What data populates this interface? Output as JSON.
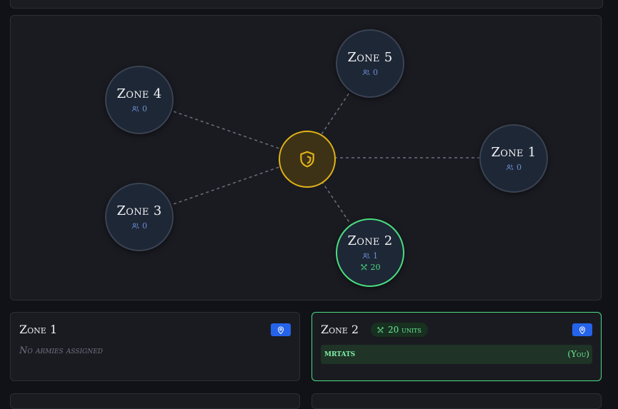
{
  "map": {
    "hq_icon": "shield-icon",
    "zones": [
      {
        "id": "zone-1",
        "name": "Zone 1",
        "armies": "0",
        "units": null,
        "active": false
      },
      {
        "id": "zone-2",
        "name": "Zone 2",
        "armies": "1",
        "units": "20",
        "active": true
      },
      {
        "id": "zone-3",
        "name": "Zone 3",
        "armies": "0",
        "units": null,
        "active": false
      },
      {
        "id": "zone-4",
        "name": "Zone 4",
        "armies": "0",
        "units": null,
        "active": false
      },
      {
        "id": "zone-5",
        "name": "Zone 5",
        "armies": "0",
        "units": null,
        "active": false
      }
    ]
  },
  "cards": {
    "zone1": {
      "title": "Zone 1",
      "empty_text": "No armies assigned"
    },
    "zone2": {
      "title": "Zone 2",
      "units_badge": "20 units",
      "army_name": "mrtats",
      "army_owner": "(You)"
    }
  },
  "colors": {
    "accent_blue": "#2563eb",
    "active_green": "#4ade80",
    "hq_gold": "#e2b417",
    "background": "#111217"
  }
}
